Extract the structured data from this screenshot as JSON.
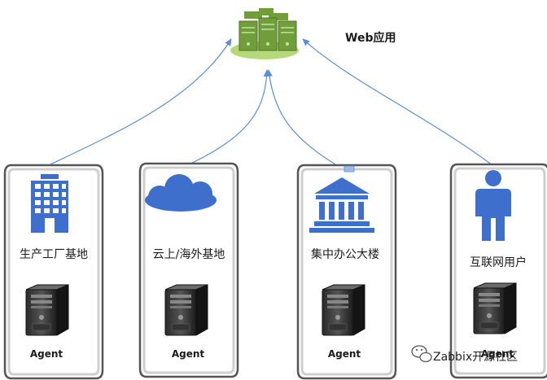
{
  "top": {
    "label": "Web应用",
    "icon": "server-cluster-icon"
  },
  "sites": [
    {
      "label": "生产工厂基地",
      "icon": "office-building-icon",
      "agent_label": "Agent"
    },
    {
      "label": "云上/海外基地",
      "icon": "cloud-icon",
      "agent_label": "Agent"
    },
    {
      "label": "集中办公大楼",
      "icon": "bank-building-icon",
      "agent_label": "Agent"
    },
    {
      "label": "互联网用户",
      "icon": "user-icon",
      "agent_label": "Agent"
    }
  ],
  "watermark": {
    "text": "Zabbix开源社区",
    "icon": "wechat-icon"
  },
  "colors": {
    "arrow": "#5b8fd6",
    "icon_blue": "#3f6fcc",
    "server_green": "#6f9e3a",
    "server_ellipse": "#b5d97a",
    "frame_outer": "#555555",
    "frame_inner": "#cfcfcf"
  }
}
